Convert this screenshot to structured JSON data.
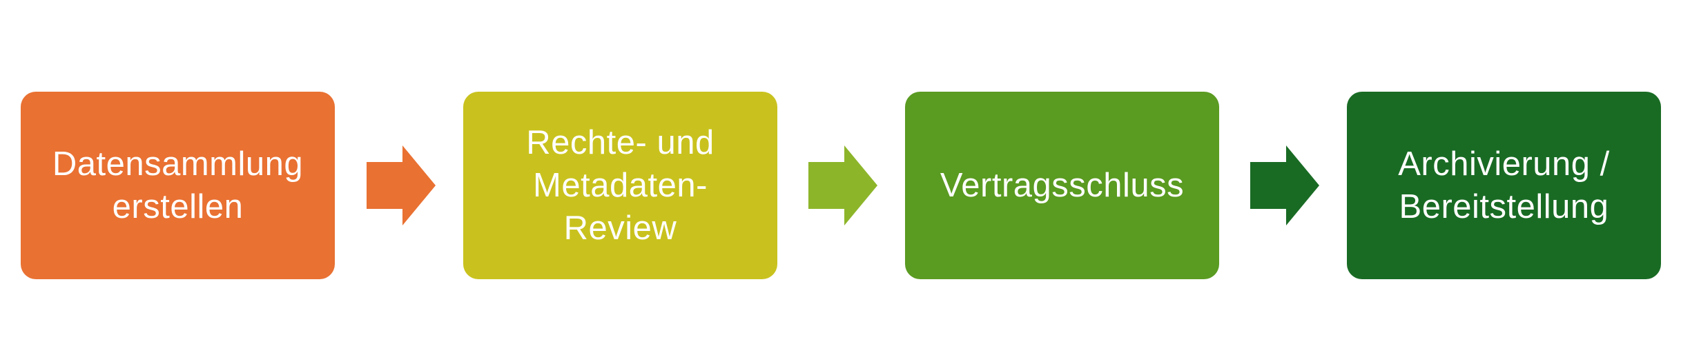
{
  "diagram": {
    "steps": [
      {
        "label": "Datensammlung\nerstellen",
        "color": "#E97132"
      },
      {
        "label": "Rechte- und\nMetadaten-\nReview",
        "color": "#C9C21E"
      },
      {
        "label": "Vertragsschluss",
        "color": "#5A9B21"
      },
      {
        "label": "Archivierung /\nBereitstellung",
        "color": "#196B24"
      }
    ],
    "arrows": [
      {
        "color": "#E97132"
      },
      {
        "color": "#8DB52A"
      },
      {
        "color": "#196B24"
      }
    ]
  }
}
